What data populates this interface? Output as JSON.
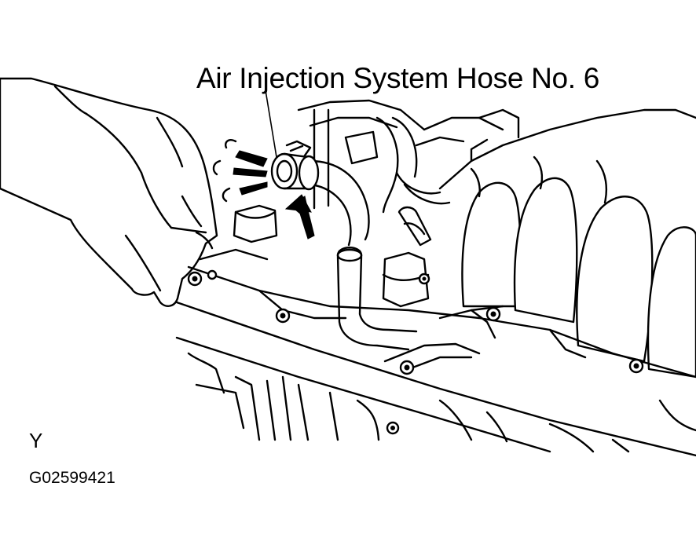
{
  "diagram": {
    "callout_label": "Air Injection System Hose No. 6",
    "view_letter": "Y",
    "figure_code": "G02599421"
  },
  "colors": {
    "ink": "#000000",
    "paper": "#ffffff"
  }
}
